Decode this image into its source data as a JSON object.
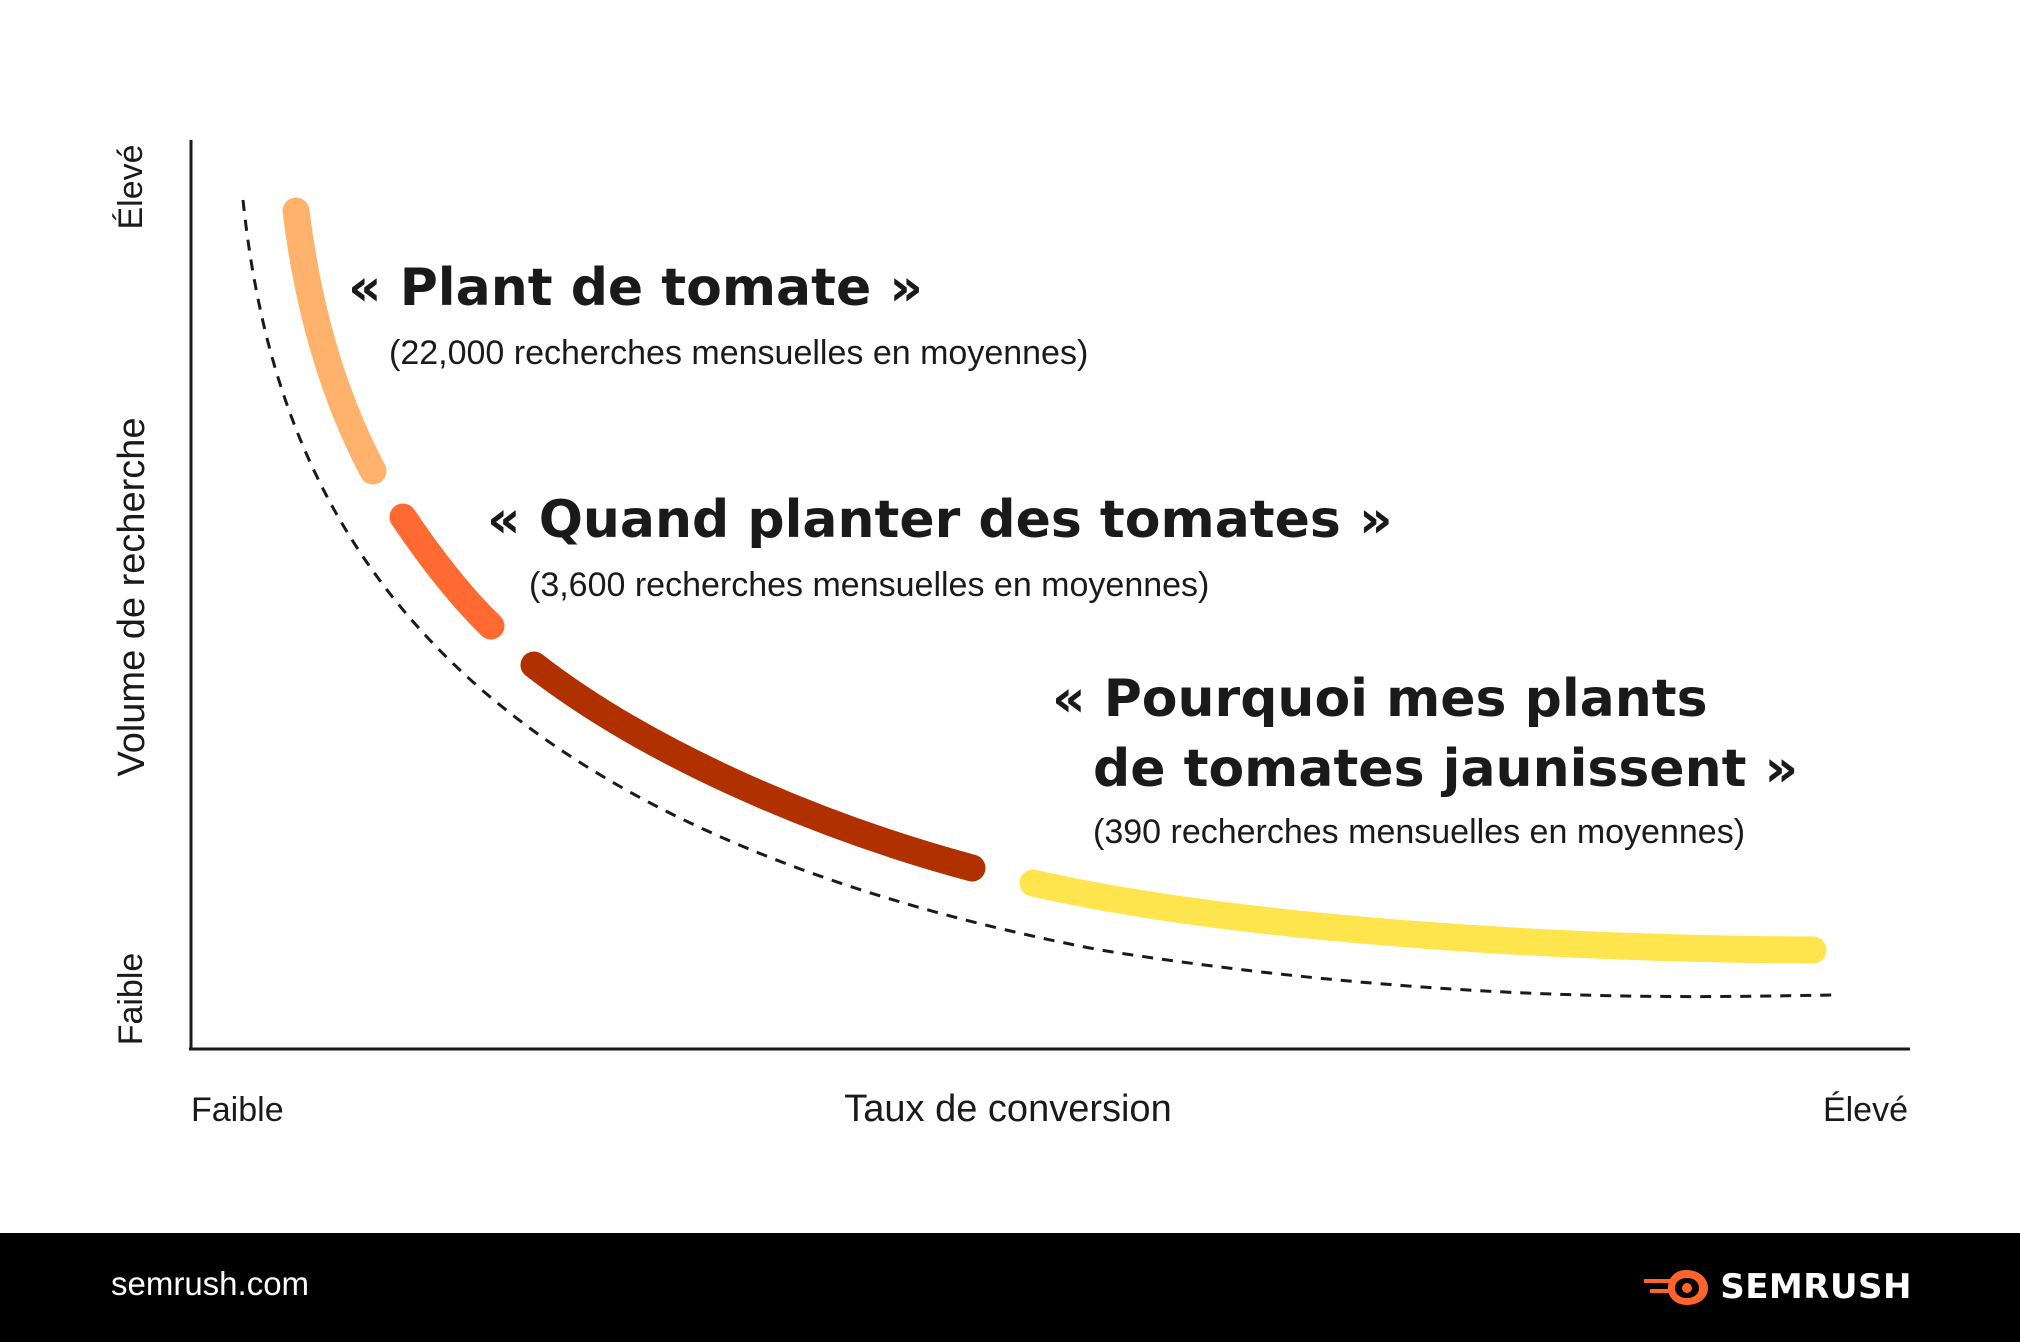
{
  "chart_data": {
    "type": "line",
    "xlabel": "Taux de conversion",
    "ylabel": "Volume de recherche",
    "x_ticks": [
      "Faible",
      "Élevé"
    ],
    "y_ticks": [
      "Faible",
      "Élevé"
    ],
    "segments": [
      {
        "keyword": "« Plant de tomate »",
        "volume_label": "(22,000 recherches mensuelles en moyennes)",
        "monthly_searches": 22000,
        "color": "#FFB26B"
      },
      {
        "keyword": "« Quand planter des tomates »",
        "volume_label": "(3,600 recherches mensuelles en moyennes)",
        "monthly_searches": 3600,
        "color": "#FF6A33"
      },
      {
        "keyword_lines": [
          "« Pourquoi mes plants",
          "de tomates jaunissent »"
        ],
        "volume_label": "(390 recherches mensuelles en moyennes)",
        "monthly_searches": 390,
        "color": "#B03000"
      },
      {
        "color": "#FFE54D"
      }
    ],
    "guide_curve": "dashed",
    "grid": false,
    "legend": "none"
  },
  "footer": {
    "site": "semrush.com",
    "brand": "SEMRUSH",
    "brand_color": "#FF642D"
  }
}
